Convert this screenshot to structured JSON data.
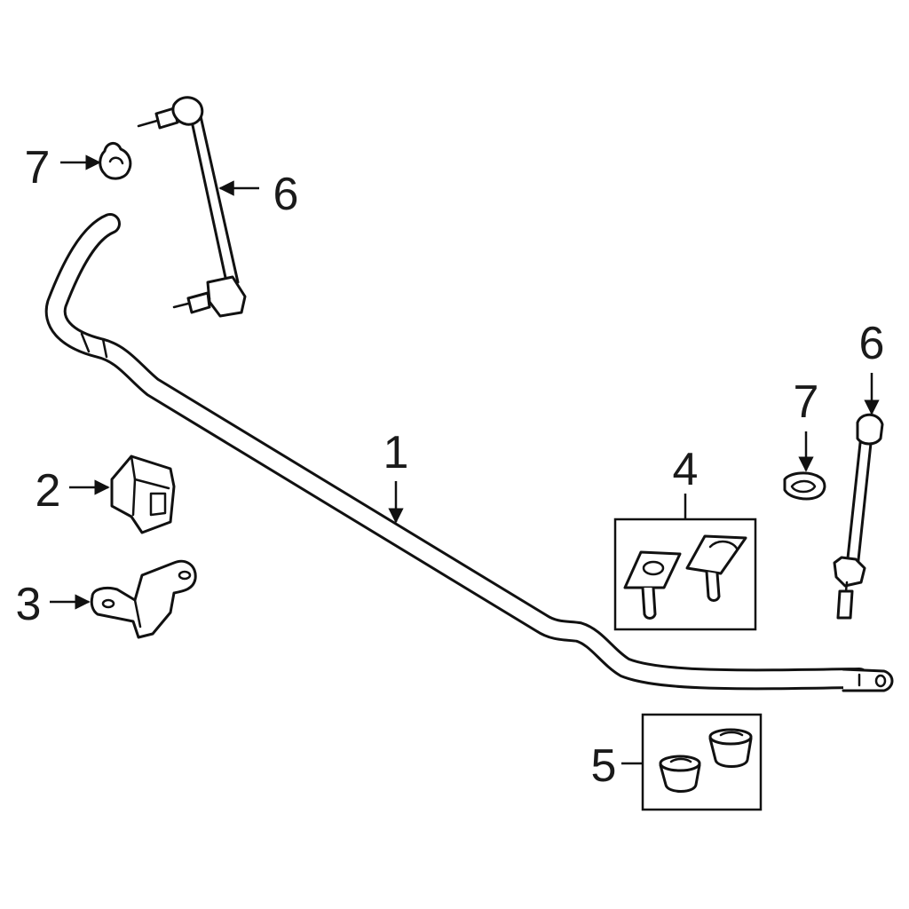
{
  "callouts": {
    "bar": "1",
    "bushing": "2",
    "bracket": "3",
    "bracket_kit": "4",
    "bushing_kit": "5",
    "link_left": "6",
    "link_right": "6",
    "nut_left": "7",
    "nut_right": "7"
  },
  "colors": {
    "line": "#111111",
    "background": "#ffffff"
  }
}
